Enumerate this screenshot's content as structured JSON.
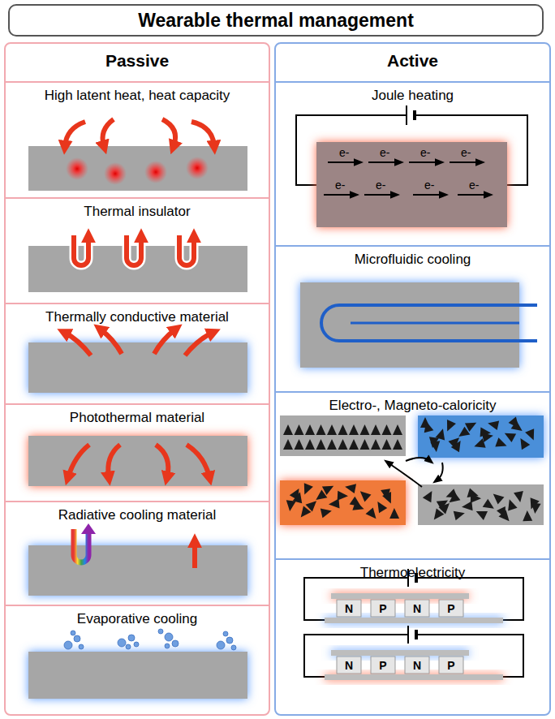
{
  "diagram": {
    "title": "Wearable thermal management",
    "nodes": [
      {
        "text": [
          "Passive"
        ]
      },
      {
        "text": [
          "High latent heat, heat capacity"
        ],
        "in": 0
      },
      {
        "text": [
          "Thermal insulator"
        ],
        "in": 0
      },
      {
        "text": [
          "Thermally conductive material"
        ],
        "in": 0
      },
      {
        "text": [
          "Photothermal material"
        ],
        "in": 0
      },
      {
        "text": [
          "Radiative cooling material"
        ],
        "in": 0
      },
      {
        "text": [
          "Evaporative cooling"
        ],
        "in": 0
      },
      {
        "text": [
          "Active"
        ]
      },
      {
        "text": [
          "Joule heating"
        ],
        "in": 7
      },
      {
        "text": [
          "Microfluidic cooling"
        ],
        "in": 7
      },
      {
        "text": [
          "Electro-, Magneto-caloricity"
        ],
        "in": 7
      },
      {
        "text": [
          "Thermoelectricity"
        ],
        "in": 7
      }
    ],
    "labels": [
      "e-",
      "e-",
      "e-",
      "e-",
      "e-",
      "e-",
      "e-",
      "e-",
      "N",
      "P",
      "N",
      "P",
      "N",
      "P",
      "N",
      "P"
    ]
  }
}
